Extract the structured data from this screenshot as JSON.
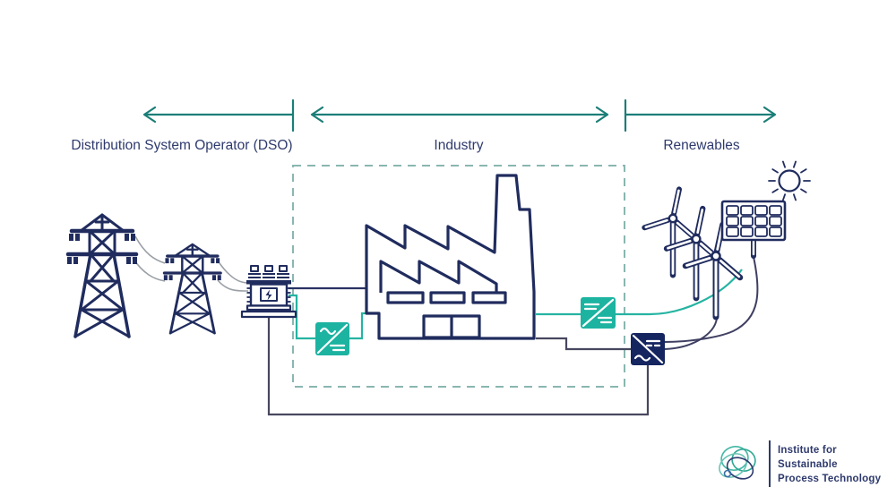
{
  "sections": {
    "dso": {
      "label": "Distribution System Operator (DSO)"
    },
    "industry": {
      "label": "Industry"
    },
    "renewables": {
      "label": "Renewables"
    }
  },
  "logo": {
    "lines": [
      "Institute for",
      "Sustainable",
      "Process Technology"
    ]
  },
  "icons": [
    "transmission-tower-icon",
    "transformer-icon",
    "factory-icon",
    "ac-dc-converter-icon",
    "dc-dc-converter-icon",
    "dc-ac-inverter-icon",
    "wind-turbine-icon",
    "solar-panel-icon",
    "sun-icon",
    "ispt-logo-mark"
  ],
  "colors": {
    "navy": "#202c5e",
    "teal": "#1cb3a1",
    "teal_wire": "#25b4a2",
    "arrow_teal": "#1b7e78",
    "converter_navy": "#152560",
    "wire_gray": "#47475f",
    "catenary_gray": "#9aa0a6",
    "dashed_border": "#8ab6b1",
    "text_navy": "#2e3a6d"
  }
}
